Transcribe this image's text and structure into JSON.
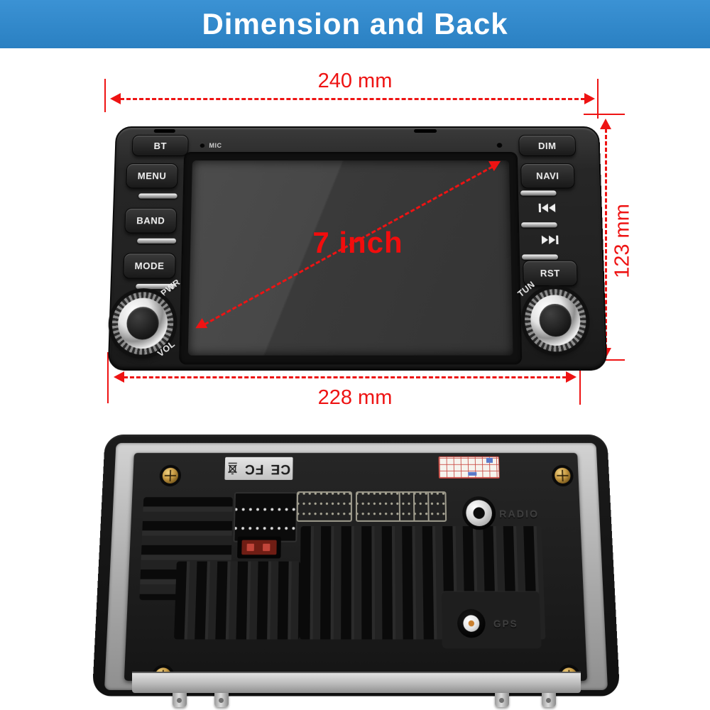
{
  "header": {
    "title": "Dimension and Back"
  },
  "front": {
    "dim_top": "240 mm",
    "dim_right": "123 mm",
    "dim_bottom": "228 mm",
    "screen_size": "7 inch",
    "buttons": {
      "bt": "BT",
      "dim": "DIM",
      "menu": "MENU",
      "band": "BAND",
      "mode": "MODE",
      "navi": "NAVI",
      "rst": "RST"
    },
    "labels": {
      "mic": "MIC",
      "pwr": "PWR",
      "vol": "VOL",
      "tun": "TUN"
    }
  },
  "back": {
    "radio_label": "RADIO",
    "gps_label": "GPS",
    "cert_ce": "CE",
    "cert_fcc": "FC"
  },
  "colors": {
    "header_blue": "#2e86c8",
    "annotation_red": "#ee1313",
    "front_body": "#242424",
    "back_plate_silver": "#b5b5b5"
  }
}
